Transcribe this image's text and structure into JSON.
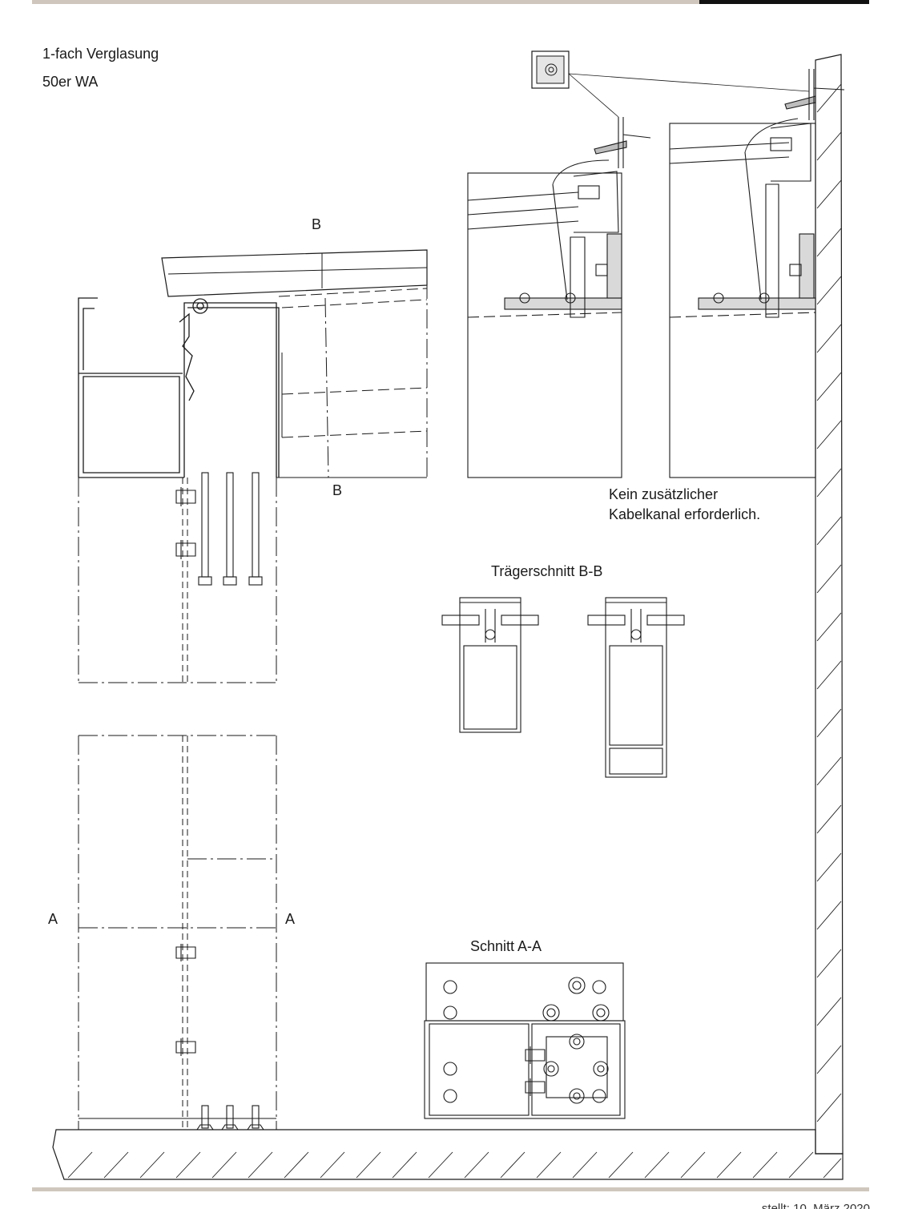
{
  "header": {
    "glazing": "1-fach Verglasung",
    "profile": "50er WA"
  },
  "labels": {
    "section_b_top": "B",
    "section_b_bottom": "B",
    "section_a_left": "A",
    "section_a_right": "A",
    "beam_section_title": "Trägerschnitt B-B",
    "section_aa_title": "Schnitt A-A"
  },
  "notes": {
    "cable_line1": "Kein zusätzlicher",
    "cable_line2": "Kabelkanal erforderlich."
  },
  "footer": {
    "date": "stellt: 10. März 2020"
  },
  "colors": {
    "accent_bar": "#cfc7bd",
    "dark_bar": "#111111",
    "line": "#1a1a1a",
    "fill_gray": "#d9d9d9"
  }
}
